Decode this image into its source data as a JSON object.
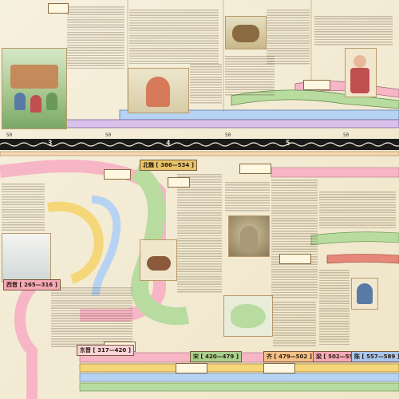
{
  "page": {
    "timeline_major": [
      "3",
      "4",
      "5"
    ],
    "timeline_minor": [
      "50",
      "50",
      "50",
      "50"
    ],
    "dynasties": [
      {
        "label": "西晋 [ 265—316 ]",
        "color": "#f5a9b8"
      },
      {
        "label": "北魏 [ 386—534 ]",
        "color": "#e6c36a"
      },
      {
        "label": "东晋 [ 317—420 ]",
        "color": "#f7d4d9"
      },
      {
        "label": "宋 [ 420—479 ]",
        "color": "#a9d08e"
      },
      {
        "label": "齐 [ 479—502 ]",
        "color": "#f6c087"
      },
      {
        "label": "梁 [ 502—557 ]",
        "color": "#f5a9b8"
      },
      {
        "label": "陈 [ 557—589 ]",
        "color": "#a9c7f0"
      }
    ],
    "colors": {
      "parchment": "#f4eedb",
      "band_pink": "#f7b6c5",
      "band_green": "#b8dca0",
      "band_yellow": "#f5d77a",
      "band_blue": "#b7d3f3",
      "timeline_black": "#1a1a1a"
    }
  }
}
